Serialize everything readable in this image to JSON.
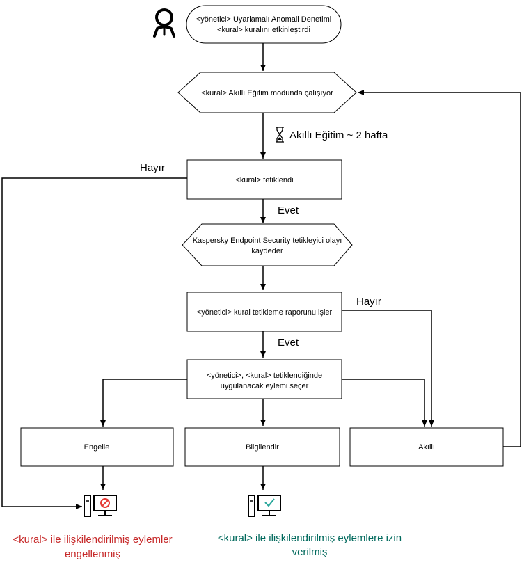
{
  "colors": {
    "stroke": "#000000",
    "blocked": "#c62828",
    "allowed": "#00695c",
    "blocked_icon": "#e53935",
    "allowed_icon": "#26a69a"
  },
  "icons": {
    "admin": "user-icon",
    "timer": "hourglass-icon",
    "blocked": "computer-blocked-icon",
    "allowed": "computer-allowed-icon"
  },
  "nodes": {
    "start": {
      "line1": "<yönetici> Uyarlamalı Anomali Denetimi",
      "line2": "<kural> kuralını etkinleştirdi"
    },
    "smart_mode": {
      "text": "<kural> Akıllı Eğitim modunda çalışıyor"
    },
    "triggered": {
      "text": "<kural> tetiklendi"
    },
    "log_event": {
      "line1": "Kaspersky Endpoint Security tetikleyici olayı",
      "line2": "kaydeder"
    },
    "report": {
      "text": "<yönetici> kural tetikleme raporunu işler"
    },
    "choose": {
      "line1": "<yönetici>, <kural> tetiklendiğinde",
      "line2": "uygulanacak eylemi seçer"
    },
    "block": {
      "text": "Engelle"
    },
    "notify": {
      "text": "Bilgilendir"
    },
    "smart": {
      "text": "Akıllı"
    }
  },
  "edges": {
    "training": "Akıllı Eğitim ~ 2 hafta",
    "no_1": "Hayır",
    "yes_1": "Evet",
    "no_2": "Hayır",
    "yes_2": "Evet"
  },
  "outcomes": {
    "blocked": {
      "line1": "<kural> ile ilişkilendirilmiş eylemler",
      "line2": "engellenmiş"
    },
    "allowed": {
      "line1": "<kural> ile ilişkilendirilmiş eylemlere izin",
      "line2": "verilmiş"
    }
  }
}
